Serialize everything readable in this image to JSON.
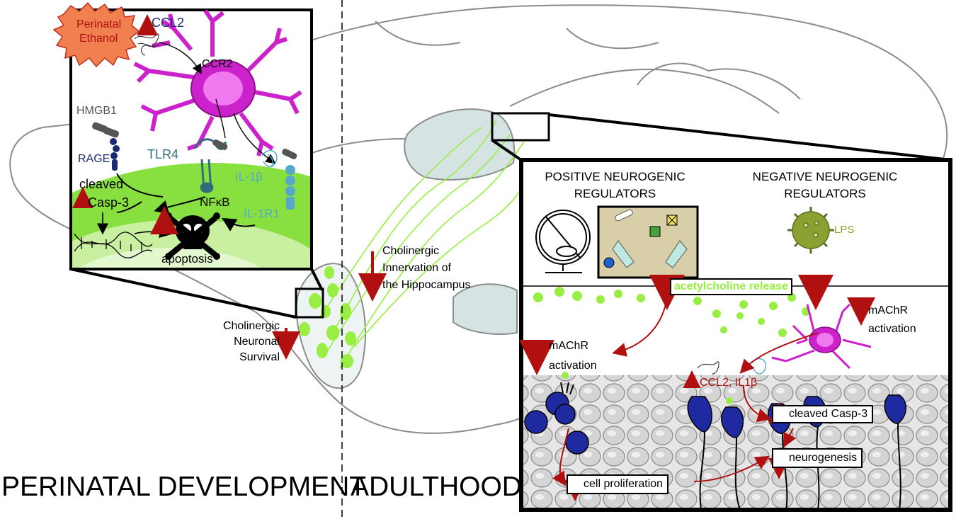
{
  "sections": {
    "left_title": "PERINATAL DEVELOPMENT",
    "right_title": "ADULTHOOD"
  },
  "inset_left": {
    "trigger": {
      "line1": "Perinatal",
      "line2": "Ethanol"
    },
    "ccl2": "CCL2",
    "ccr2": "CCR2",
    "hmgb1": "HMGB1",
    "rage": "RAGE",
    "tlr4": "TLR4",
    "il1b": "IL-1β",
    "il1r1": "IL-1R1",
    "nfkb": "NFκB",
    "cleaved": "cleaved",
    "casp3": "Casp-3",
    "apoptosis": "apoptosis"
  },
  "brain_labels": {
    "neuronal_survival": {
      "line1": "Cholinergic",
      "line2": "Neuronal",
      "line3": "Survival"
    },
    "innervation": {
      "line1": "Cholinergic",
      "line2": "Innervation of",
      "line3": "the Hippocampus"
    }
  },
  "inset_right": {
    "positive": {
      "line1": "POSITIVE NEUROGENIC",
      "line2": "REGULATORS"
    },
    "negative": {
      "line1": "NEGATIVE NEUROGENIC",
      "line2": "REGULATORS"
    },
    "lps": "LPS",
    "ach_release": "acetylcholine release",
    "machr_right": {
      "line1": "mAChR",
      "line2": "activation"
    },
    "machr_left": {
      "line1": "mAChR",
      "line2": "activation"
    },
    "cytokines": "CCL2, IL1β",
    "cleaved_casp3": "cleaved Casp-3",
    "neurogenesis": "neurogenesis",
    "cell_proliferation": "cell proliferation"
  },
  "colors": {
    "arrow_red": "#b01010",
    "microglia": "#cc22cc",
    "neuron_blue": "#1f2aa0",
    "green_nucleus": "#99ee44",
    "ach_green": "#99ee44",
    "lps_green": "#8aa030",
    "il_blue": "#55a8c8",
    "tlr_teal": "#2f6f7a"
  }
}
